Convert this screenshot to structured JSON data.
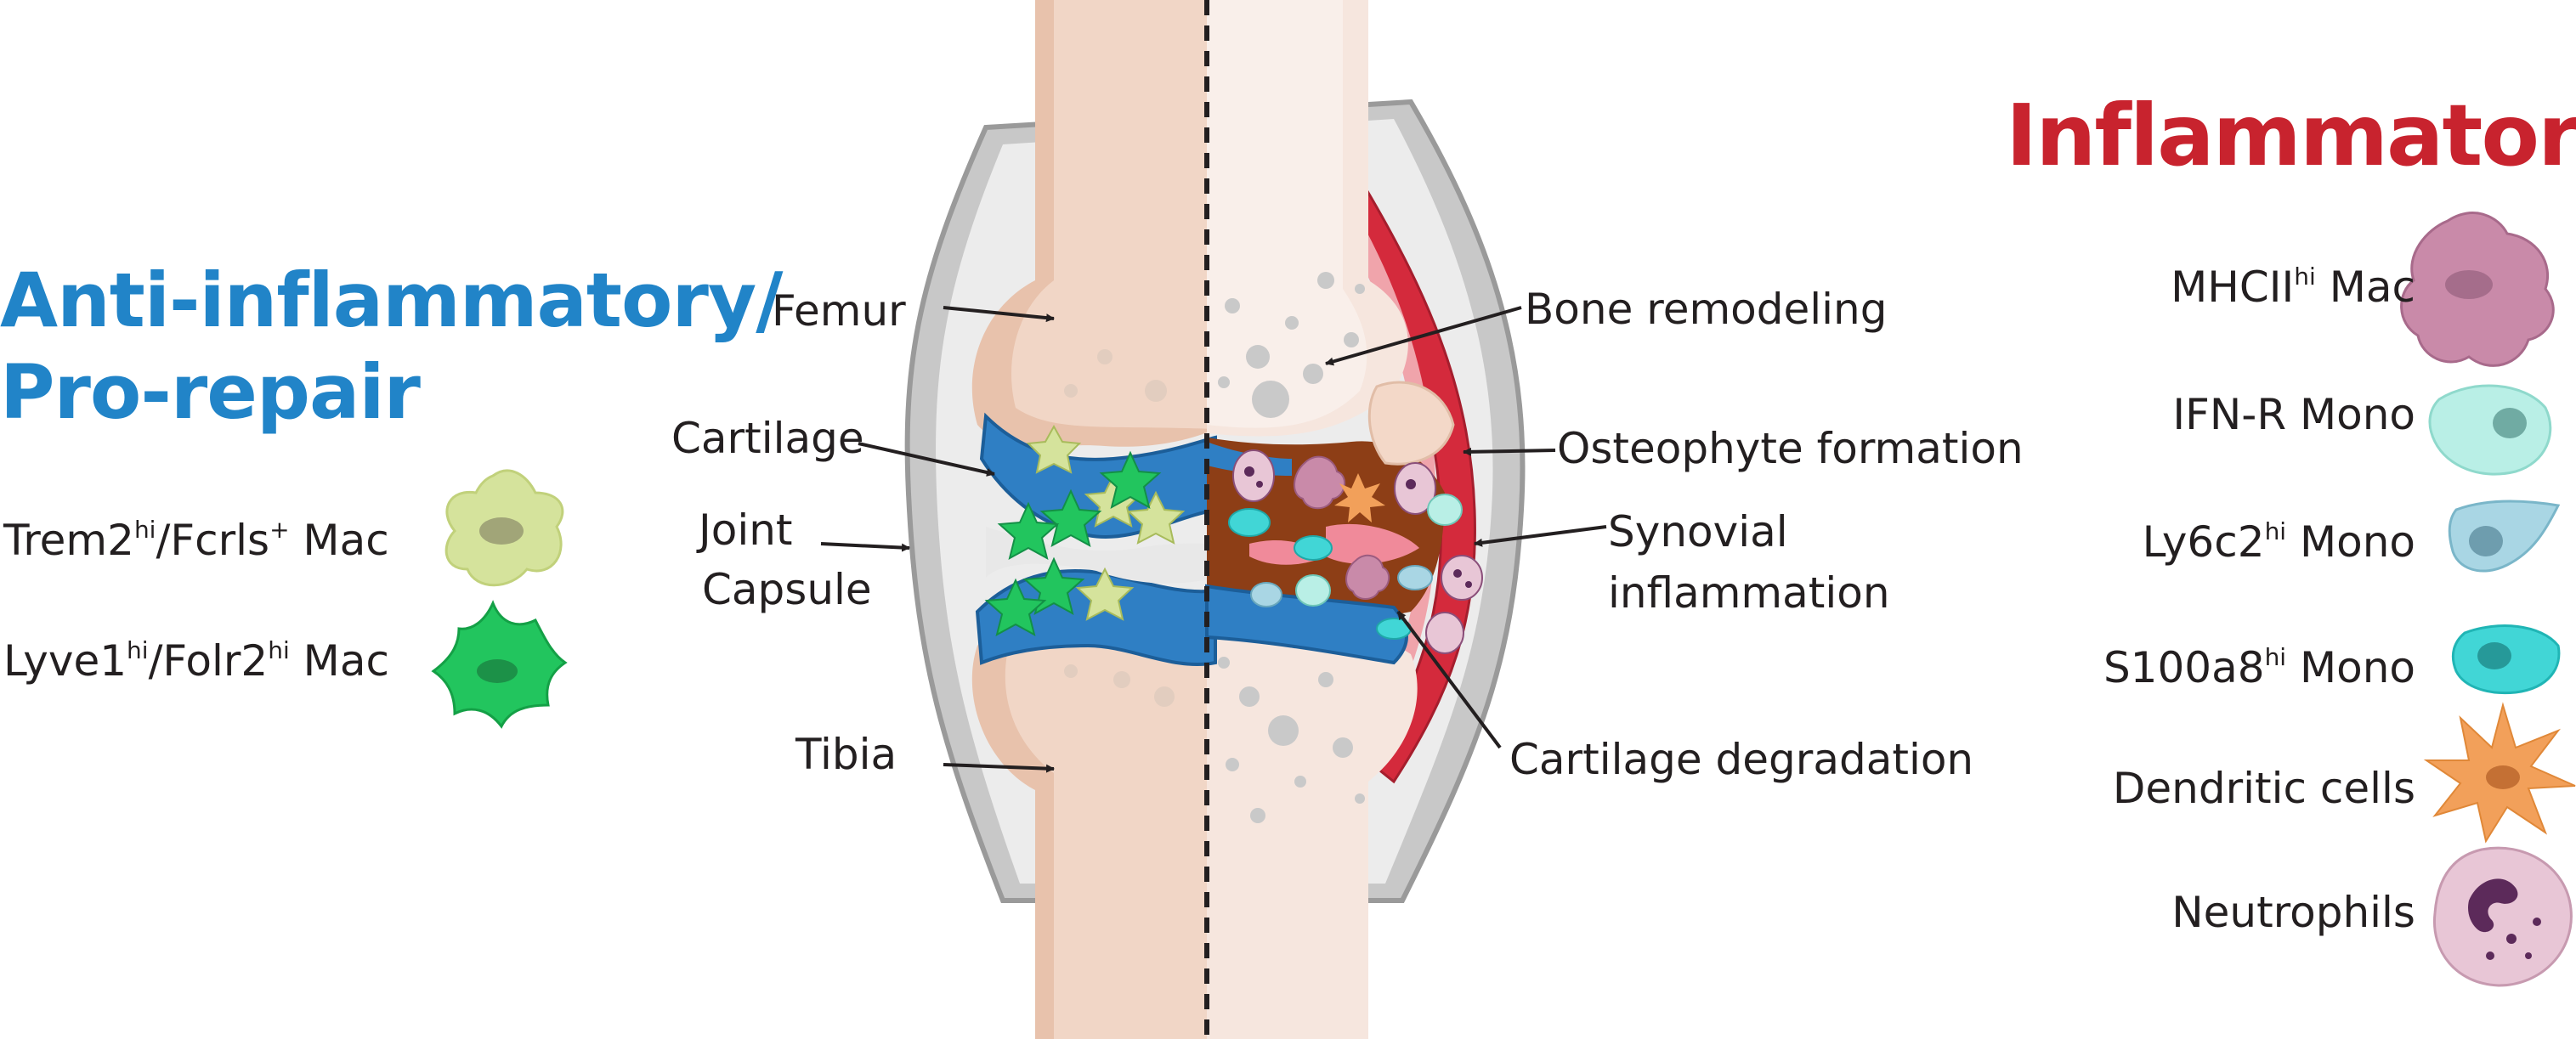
{
  "left_panel": {
    "title_line1": "Anti-inflammatory/",
    "title_line2": "Pro-repair",
    "cells": [
      {
        "base1": "Trem2",
        "sup1": "hi",
        "base2": "/Fcrls",
        "sup2": "+",
        "base3": " Mac",
        "color": "#d5e39c"
      },
      {
        "base1": "Lyve1",
        "sup1": "hi",
        "base2": "/Folr2",
        "sup2": "hi",
        "base3": " Mac",
        "color": "#22c55e"
      }
    ]
  },
  "right_panel": {
    "title": "Inflammatory",
    "cells": [
      {
        "base1": "MHCII",
        "sup1": "hi",
        "base2": " Mac",
        "color": "#c98aa9"
      },
      {
        "base1": "IFN-R Mono",
        "sup1": "",
        "base2": "",
        "color": "#b9efe6"
      },
      {
        "base1": "Ly6c2",
        "sup1": "hi",
        "base2": " Mono",
        "color": "#a9d6e4"
      },
      {
        "base1": "S100a8",
        "sup1": "hi",
        "base2": " Mono",
        "color": "#41d6d6"
      },
      {
        "base1": "Dendritic cells",
        "sup1": "",
        "base2": "",
        "color": "#f2a05a"
      },
      {
        "base1": "Neutrophils",
        "sup1": "",
        "base2": "",
        "color": "#e8c6d6"
      }
    ]
  },
  "joint_labels": {
    "femur": "Femur",
    "cartilage": "Cartilage",
    "joint_capsule_line1": "Joint",
    "joint_capsule_line2": "Capsule",
    "tibia": "Tibia",
    "bone_remodeling": "Bone remodeling",
    "osteophyte": "Osteophyte formation",
    "synovial_line1": "Synovial",
    "synovial_line2": "inflammation",
    "cartilage_degradation": "Cartilage degradation"
  }
}
